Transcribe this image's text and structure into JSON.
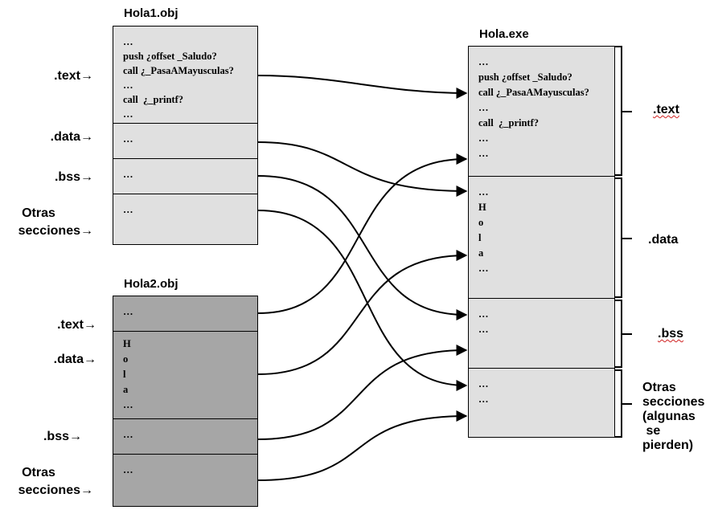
{
  "hola1": {
    "title": "Hola1.obj",
    "labels": {
      "text": ".text→",
      "data": ".data→",
      "bss": ".bss→",
      "otras_1": "Otras",
      "otras_2": "secciones→"
    },
    "sections": {
      "text": [
        "…",
        "push ¿offset _Saludo?",
        "call ¿_PasaAMayusculas?",
        "…",
        "call  ¿_printf?",
        "…"
      ],
      "data": [
        "…"
      ],
      "bss": [
        "…"
      ],
      "otras": [
        "…"
      ]
    }
  },
  "hola2": {
    "title": "Hola2.obj",
    "labels": {
      "text": ".text→",
      "data": ".data→",
      "bss": ".bss→",
      "otras_1": "Otras",
      "otras_2": "secciones→"
    },
    "sections": {
      "text": [
        "…"
      ],
      "data": [
        "H",
        "o",
        "l",
        "a",
        "…"
      ],
      "bss": [
        "…"
      ],
      "otras": [
        "…"
      ]
    }
  },
  "exe": {
    "title": "Hola.exe",
    "sections": {
      "text": [
        "…",
        "push ¿offset _Saludo?",
        "call ¿_PasaAMayusculas?",
        "…",
        "call  ¿_printf?",
        "…",
        "",
        "…"
      ],
      "data": [
        "…",
        "",
        "H",
        "o",
        "l",
        "a",
        "…"
      ],
      "bss": [
        "…",
        "",
        "…"
      ],
      "otras": [
        "…",
        "",
        "…"
      ]
    },
    "labels": {
      "text": ".text",
      "data": ".data",
      "bss": ".bss",
      "otras": [
        "Otras",
        "secciones",
        "(algunas",
        " se",
        "pierden)"
      ]
    }
  },
  "colors": {
    "obj1_fill": "#e0e0e0",
    "obj2_fill": "#a6a6a6",
    "exe_fill": "#e0e0e0",
    "arrows": "#000000"
  }
}
